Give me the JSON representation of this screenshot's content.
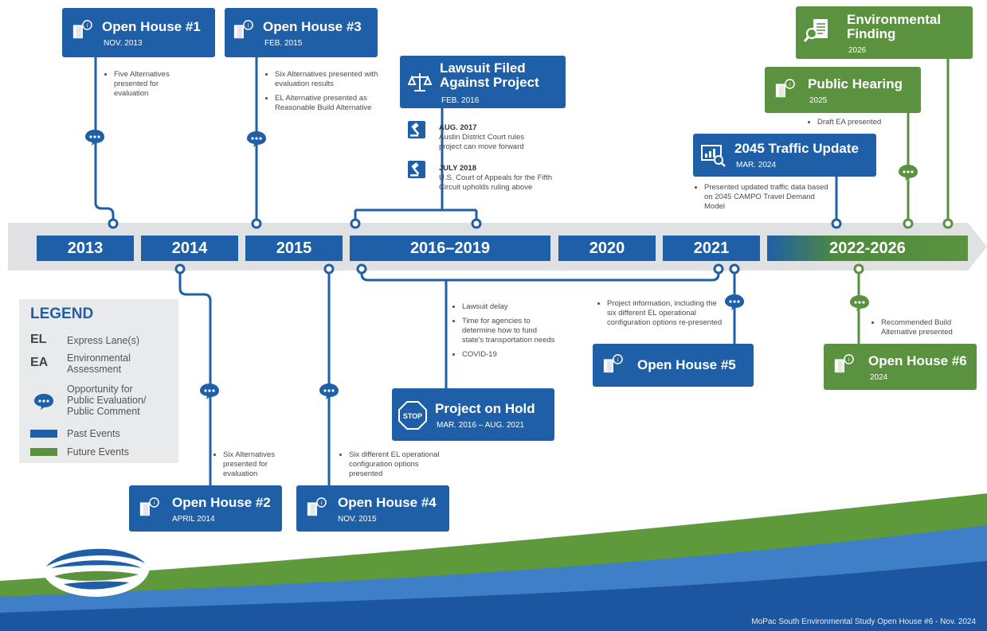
{
  "years": [
    "2013",
    "2014",
    "2015",
    "2016–2019",
    "2020",
    "2021",
    "2022-2026"
  ],
  "events": {
    "oh1": {
      "title": "Open House #1",
      "date": "NOV. 2013",
      "notes": [
        "Five Alternatives presented for evaluation"
      ]
    },
    "oh3": {
      "title": "Open House #3",
      "date": "FEB. 2015",
      "notes": [
        "Six Alternatives presented with evaluation results",
        "EL Alternative presented as Reasonable Build Alternative"
      ]
    },
    "lawsuit": {
      "title_line1": "Lawsuit Filed",
      "title_line2": "Against Project",
      "date": "FEB. 2016",
      "rulings": [
        {
          "date": "AUG. 2017",
          "text_line1": "Austin District Court rules",
          "text_line2": "project can move forward"
        },
        {
          "date": "JULY 2018",
          "text_line1": "U.S. Court of Appeals for the Fifth",
          "text_line2": "Circuit upholds ruling above"
        }
      ]
    },
    "envfinding": {
      "title_line1": "Environmental",
      "title_line2": "Finding",
      "date": "2026"
    },
    "hearing": {
      "title": "Public Hearing",
      "date": "2025",
      "notes": [
        "Draft EA presented"
      ]
    },
    "traffic": {
      "title": "2045 Traffic Update",
      "date": "MAR. 2024",
      "notes": [
        "Presented updated traffic data based on 2045 CAMPO Travel Demand Model"
      ]
    },
    "oh2": {
      "title": "Open House #2",
      "date": "APRIL 2014",
      "notes": [
        "Six Alternatives presented for evaluation"
      ]
    },
    "oh4": {
      "title": "Open House #4",
      "date": "NOV. 2015",
      "notes": [
        "Six different EL operational configuration options presented"
      ]
    },
    "hold": {
      "title": "Project on Hold",
      "date": "MAR. 2016 – AUG. 2021",
      "stop": "STOP",
      "notes": [
        "Lawsuit delay",
        "Time for agencies to determine how to fund state's transportation needs",
        "COVID-19"
      ]
    },
    "oh5": {
      "title": "Open House #5",
      "notes": [
        "Project information, including the six different EL operational configuration options re-presented"
      ]
    },
    "oh6": {
      "title": "Open House #6",
      "date": "2024",
      "notes": [
        "Recommended Build Alternative presented"
      ]
    }
  },
  "legend": {
    "title": "LEGEND",
    "el_abbr": "EL",
    "el_text": "Express Lane(s)",
    "ea_abbr": "EA",
    "ea_text_line1": "Environmental",
    "ea_text_line2": "Assessment",
    "opp_line1": "Opportunity for",
    "opp_line2": "Public Evaluation/",
    "opp_line3": "Public Comment",
    "past": "Past Events",
    "future": "Future Events",
    "past_color": "#1f5fa8",
    "future_color": "#5a9240"
  },
  "footer": "MoPac South Environmental Study Open House #6 - Nov. 2024",
  "colors": {
    "blue": "#1f5fa8",
    "green": "#5a9240",
    "bar": "#dfe1e3"
  }
}
